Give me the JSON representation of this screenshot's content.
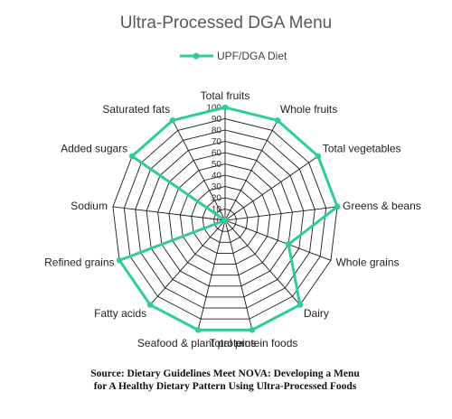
{
  "chart_data": {
    "type": "radar",
    "title": "Ultra-Processed DGA Menu",
    "categories": [
      "Total fruits",
      "Whole fruits",
      "Total vegetables",
      "Greens & beans",
      "Whole grains",
      "Dairy",
      "Total protein foods",
      "Seafood & plant proteins",
      "Fatty acids",
      "Refined grains",
      "Sodium",
      "Added sugars",
      "Saturated fats"
    ],
    "series": [
      {
        "name": "UPF/DGA Diet",
        "values": [
          100,
          100,
          100,
          100,
          60,
          100,
          100,
          100,
          100,
          100,
          0,
          100,
          100
        ]
      }
    ],
    "rlim": [
      0,
      100
    ],
    "ticks": [
      0,
      10,
      20,
      30,
      40,
      50,
      60,
      70,
      80,
      90,
      100
    ],
    "tick_labels": [
      "0",
      "10",
      "20",
      "30",
      "40",
      "50",
      "60",
      "70",
      "80",
      "90",
      "100"
    ],
    "grid": true,
    "legend_position": "top"
  },
  "colors": {
    "series": "#2ecc9a",
    "grid": "#1a1a1a",
    "title": "#595959"
  },
  "source": {
    "line1": "Source: Dietary Guidelines Meet NOVA: Developing a Menu",
    "line2": "for A Healthy Dietary Pattern Using Ultra-Processed Foods"
  }
}
